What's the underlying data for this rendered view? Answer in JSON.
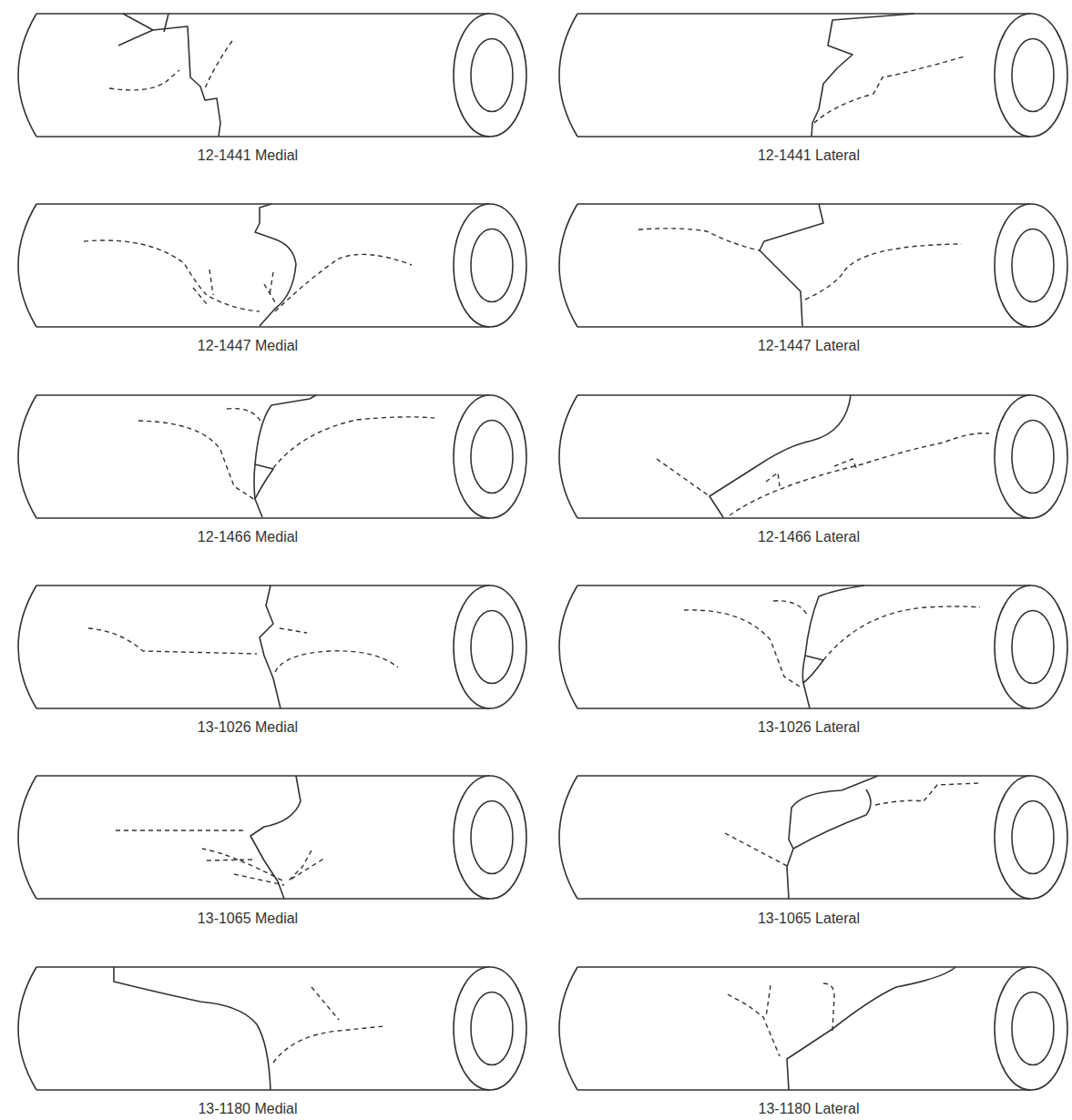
{
  "diagram": {
    "labels": [
      "12-1441 Medial",
      "12-1441 Lateral",
      "12-1447 Medial",
      "12-1447 Lateral",
      "12-1466 Medial",
      "12-1466 Lateral",
      "13-1026 Medial",
      "13-1026 Lateral",
      "13-1065 Medial",
      "13-1065 Lateral",
      "13-1180 Medial",
      "13-1180 Lateral"
    ]
  }
}
